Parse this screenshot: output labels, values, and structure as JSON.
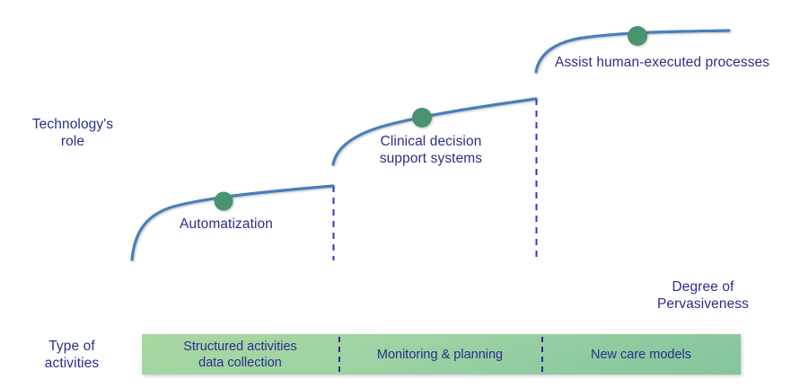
{
  "figure": {
    "axes": {
      "y_label": "Technology's\nrole",
      "x_label": "Degree of\nPervasiveness"
    },
    "stage_labels": [
      {
        "name": "automatization",
        "text": "Automatization"
      },
      {
        "name": "clinical-decision-support",
        "text": "Clinical decision\nsupport systems"
      },
      {
        "name": "assist-human-executed",
        "text": "Assist human-executed processes"
      }
    ],
    "band": {
      "title": "Type of\nactivities",
      "segments": [
        {
          "name": "structured-activities",
          "text": "Structured activities\ndata collection"
        },
        {
          "name": "monitoring-planning",
          "text": "Monitoring & planning"
        },
        {
          "name": "new-care-models",
          "text": "New care models"
        }
      ]
    },
    "colors": {
      "axis_green": "#3d8b72",
      "curve_blue": "#4a7ebb",
      "marker_green": "#4a9370",
      "text_navy": "#2d2d8c",
      "dashed_green": "#3d8b72",
      "dashed_blue": "#3333cc",
      "band_light": "#a8d8a0",
      "band_dark": "#84c49d"
    }
  },
  "chart_data": {
    "type": "line",
    "title": "",
    "xlabel": "Degree of Pervasiveness",
    "ylabel": "Technology's role",
    "grid": false,
    "legend": "none",
    "description": "Three-step S-curve showing technology's role rising with degree of pervasiveness, with two step jumps separating three maturity stages.",
    "series": [
      {
        "name": "technology-role-curve",
        "points": [
          [
            147,
            288
          ],
          [
            160,
            250
          ],
          [
            185,
            236
          ],
          [
            215,
            229
          ],
          [
            249,
            224
          ],
          [
            300,
            217
          ],
          [
            340,
            211
          ],
          [
            371,
            207
          ],
          [
            371,
            180
          ],
          [
            400,
            162
          ],
          [
            435,
            145
          ],
          [
            470,
            131
          ],
          [
            520,
            120
          ],
          [
            560,
            114
          ],
          [
            597,
            110
          ],
          [
            597,
            75
          ],
          [
            625,
            55
          ],
          [
            660,
            45
          ],
          [
            710,
            40
          ],
          [
            760,
            37
          ],
          [
            810,
            35
          ]
        ]
      }
    ],
    "markers": [
      {
        "label": "Automatization",
        "x": 249,
        "y": 224
      },
      {
        "label": "Clinical decision support systems",
        "x": 470,
        "y": 131
      },
      {
        "label": "Assist human-executed processes",
        "x": 710,
        "y": 40
      }
    ],
    "reference_lines_horizontal": [
      {
        "name": "lower-threshold",
        "y": 207,
        "x_from": 147,
        "x_to": 778,
        "style": "dashed",
        "color": "#3d8b72"
      },
      {
        "name": "upper-threshold",
        "y": 110,
        "x_from": 147,
        "x_to": 778,
        "style": "dashed",
        "color": "#3d8b72"
      }
    ],
    "reference_lines_vertical": [
      {
        "name": "stage-boundary-1",
        "x": 371,
        "y_from": 207,
        "y_to": 290,
        "style": "dashed",
        "color": "#3333cc"
      },
      {
        "name": "stage-boundary-2",
        "x": 597,
        "y_from": 110,
        "y_to": 290,
        "style": "dashed",
        "color": "#3333cc"
      }
    ],
    "band_segments": [
      {
        "label": "Structured activities data collection",
        "x_from": 158,
        "x_to": 377
      },
      {
        "label": "Monitoring & planning",
        "x_from": 377,
        "x_to": 603
      },
      {
        "label": "New care models",
        "x_from": 603,
        "x_to": 825
      }
    ]
  }
}
